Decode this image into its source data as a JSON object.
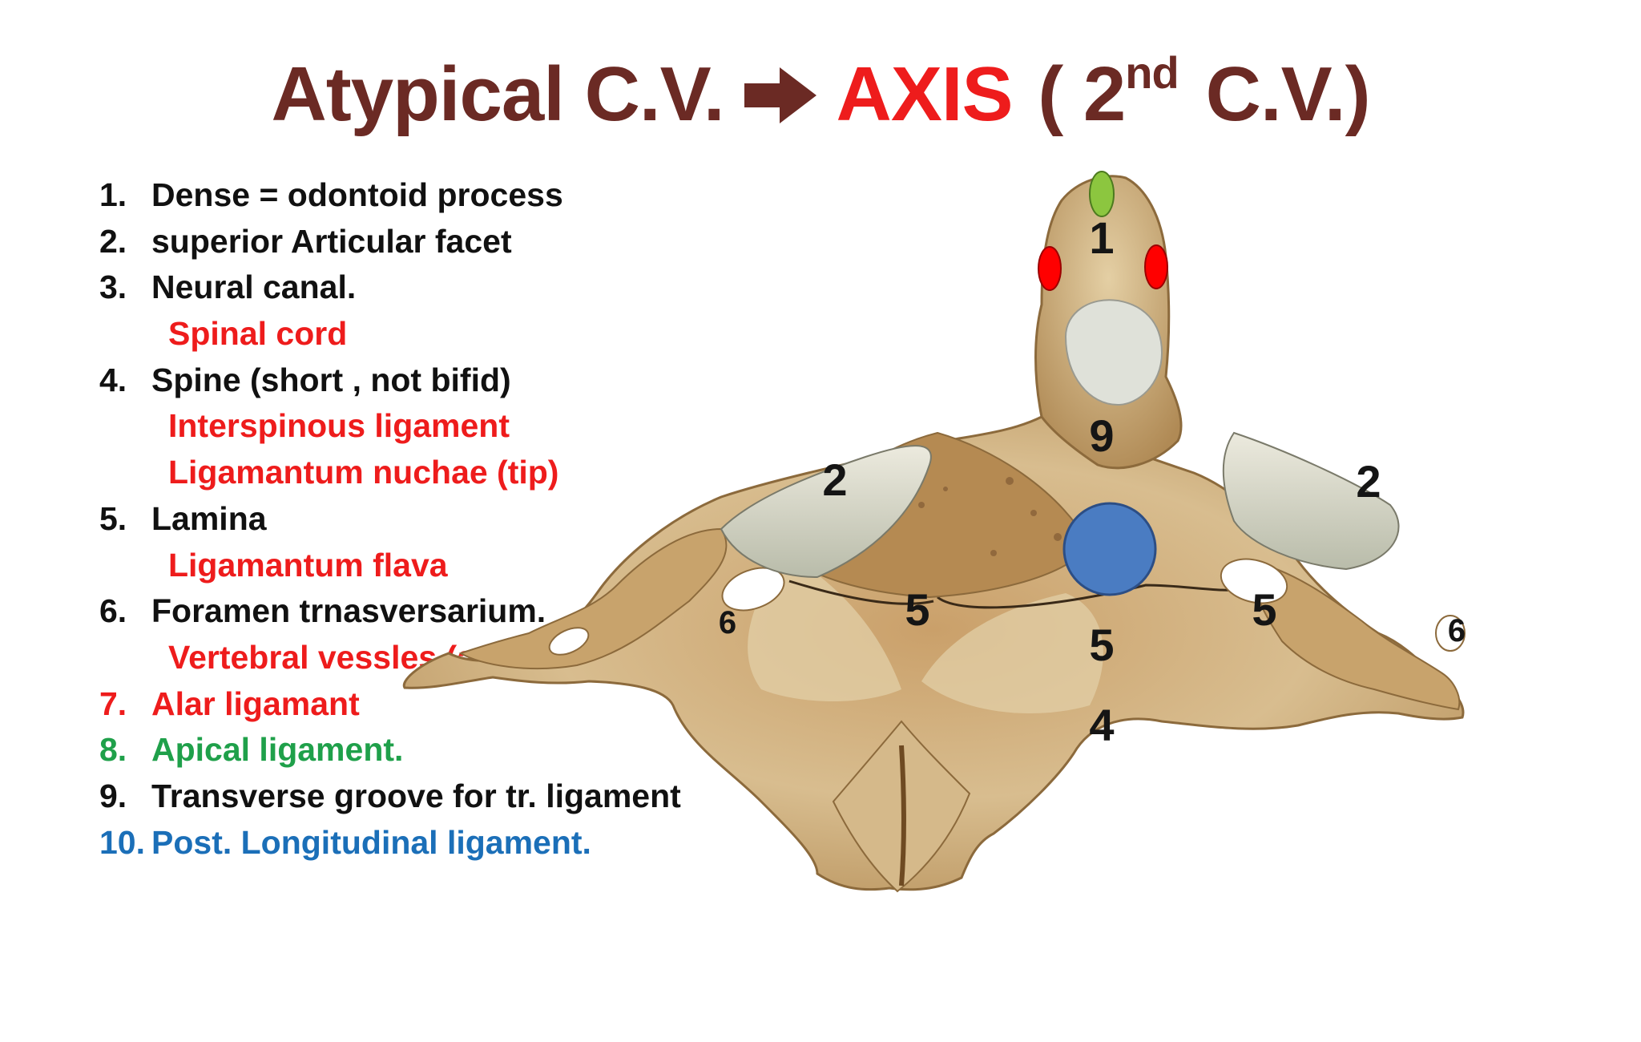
{
  "title": {
    "part1": "Atypical C.V.",
    "arrow_icon": "right-arrow-icon",
    "part2": "AXIS",
    "part3": "( 2",
    "superscript": "nd",
    "part4": "C.V.)",
    "colors": {
      "main": "#6b2a24",
      "accent": "#ee1c1c"
    }
  },
  "legend": [
    {
      "num": "1.",
      "text": "Dense = odontoid process",
      "color": "#111111"
    },
    {
      "num": "2.",
      "text": "superior Articular facet",
      "color": "#111111"
    },
    {
      "num": "3.",
      "text": "Neural canal.",
      "color": "#111111"
    },
    {
      "num": "",
      "text": "Spinal cord",
      "color": "#ee1c1c"
    },
    {
      "num": "4.",
      "text": "Spine (short , not bifid)",
      "color": "#111111"
    },
    {
      "num": "",
      "text": "Interspinous ligament",
      "color": "#ee1c1c"
    },
    {
      "num": "",
      "text": "Ligamantum nuchae (tip)",
      "color": "#ee1c1c"
    },
    {
      "num": "5.",
      "text": "Lamina",
      "color": "#111111"
    },
    {
      "num": "",
      "text": "Ligamantum flava",
      "color": "#ee1c1c"
    },
    {
      "num": "6.",
      "text": "Foramen trnasversarium.",
      "color": "#111111"
    },
    {
      "num": "",
      "text": "Vertebral vessles (a. &v.)",
      "color": "#ee1c1c"
    },
    {
      "num": "7.",
      "text": "Alar ligamant",
      "color": "#ee1c1c"
    },
    {
      "num": "8.",
      "text": "Apical ligament.",
      "color": "#1fa04a"
    },
    {
      "num": "9.",
      "text": "Transverse groove for tr. ligament",
      "color": "#111111"
    },
    {
      "num": "10.",
      "text": "Post. Longitudinal ligament.",
      "color": "#1b6fb8"
    }
  ],
  "diagram": {
    "labels": {
      "dens": "1",
      "facet_left": "2",
      "facet_right": "2",
      "groove": "9",
      "lamina_left": "5",
      "lamina_mid": "5",
      "lamina_right": "5",
      "spine": "4",
      "foramen_left": "6",
      "foramen_right": "6"
    },
    "markers": {
      "apical_ligament_color": "#8cc63f",
      "alar_ligament_color": "#ff0000",
      "post_longitudinal_ligament_color": "#4a7cc2"
    }
  }
}
